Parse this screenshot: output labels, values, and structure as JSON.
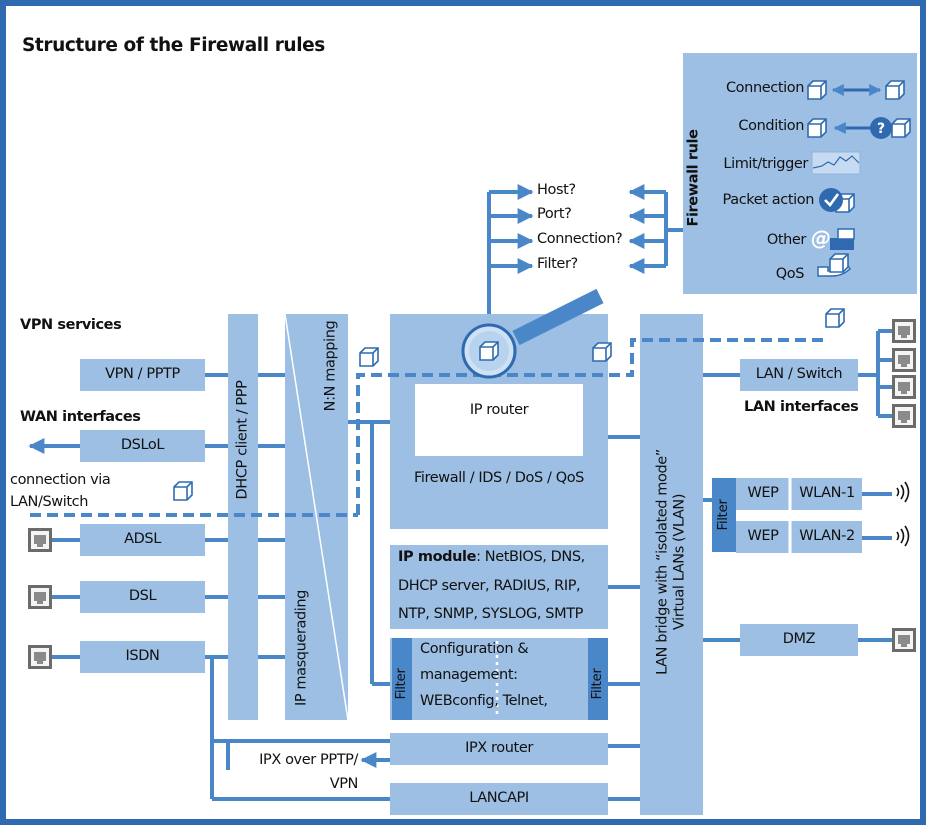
{
  "title": "Structure of the Firewall rules",
  "left_sections": {
    "vpn": "VPN services",
    "wan": "WAN interfaces"
  },
  "left_boxes": {
    "vpn_pptp": "VPN / PPTP",
    "dsl_ol": "DSLoL",
    "adsl": "ADSL",
    "dsl": "DSL",
    "isdn": "ISDN"
  },
  "connection_via": [
    "connection via",
    "LAN/Switch"
  ],
  "columns": {
    "dhcp": "DHCP client / PPP",
    "nn_mapping": "N:N mapping",
    "ip_masq": "IP masquerading"
  },
  "center": {
    "ip_router": "IP router",
    "firewall": "Firewall / IDS / DoS / QoS",
    "ip_module_bold": "IP module",
    "ip_module_lines": [
      ": NetBIOS, DNS,",
      "DHCP server, RADIUS, RIP,",
      "NTP, SNMP, SYSLOG, SMTP"
    ],
    "config_lines": [
      "Configuration &",
      "management:",
      "WEBconfig, Telnet,"
    ],
    "filter": "Filter",
    "ipx_router": "IPX router",
    "ipx_over": [
      "IPX over PPTP/",
      "VPN"
    ],
    "lancapi": "LANCAPI"
  },
  "questions": [
    "Host?",
    "Port?",
    "Connection?",
    "Filter?"
  ],
  "firewall_rule": {
    "label": "Firewall rule",
    "items": [
      "Connection",
      "Condition",
      "Limit/trigger",
      "Packet action",
      "Other",
      "QoS"
    ]
  },
  "bridge": [
    "LAN bridge with “isolated mode”",
    "Virtual LANs (VLAN)"
  ],
  "right": {
    "lan_switch": "LAN / Switch",
    "lan_interfaces": "LAN interfaces",
    "filter": "Filter",
    "wep": "WEP",
    "wlan1": "WLAN-1",
    "wlan2": "WLAN-2",
    "dmz": "DMZ"
  },
  "colors": {
    "border": "#2f6ab0",
    "box": "#9dbfe3",
    "dark": "#4a87c8",
    "line": "#4a87c8"
  },
  "icons": [
    "cube-icon",
    "port-icon",
    "wifi-icon",
    "magnifier-icon",
    "check-icon",
    "question-icon",
    "at-icon",
    "hand-icon"
  ]
}
